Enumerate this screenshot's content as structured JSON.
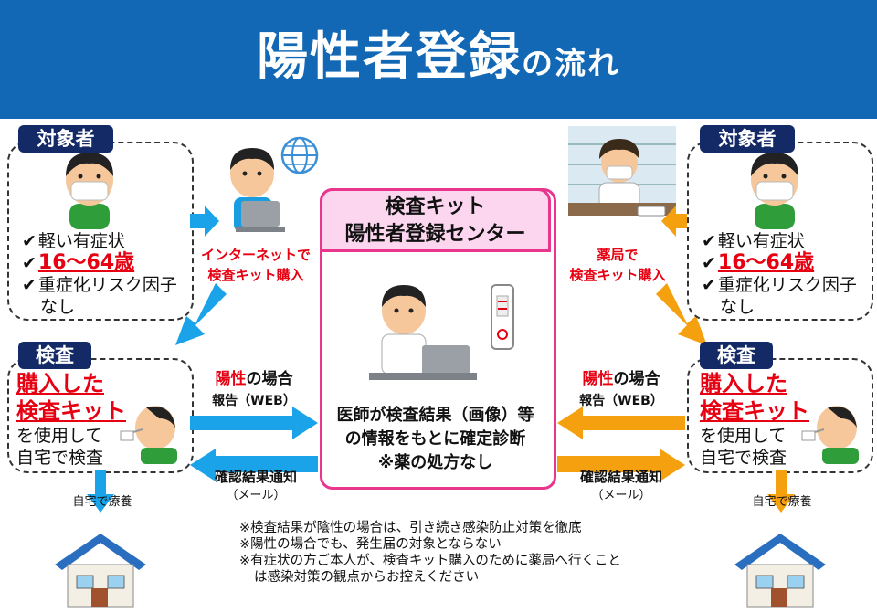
{
  "colors": {
    "blue": "#1268b5",
    "navy": "#142a67",
    "red": "#e60012",
    "pink": "#e8368f",
    "light_blue": "#1aa3e8",
    "orange": "#f5a00f"
  },
  "title": {
    "main": "陽性者登録",
    "suffix": "の流れ"
  },
  "left": {
    "target_tag": "対象者",
    "conditions": [
      "軽い有症状",
      "16～64歳",
      "重症化リスク因子",
      "なし"
    ],
    "internet_label": [
      "インターネットで",
      "検査キット購入"
    ],
    "test_tag": "検査",
    "test_lines": [
      "購入した",
      "検査キット",
      "を使用して",
      "自宅で検査"
    ],
    "positive_label": {
      "highlight": "陽性",
      "rest": "の場合"
    },
    "report_label": "報告（WEB）",
    "confirm_label": "確認結果通知",
    "mail_label": "（メール）",
    "home_label": "自宅で療養"
  },
  "right": {
    "target_tag": "対象者",
    "conditions": [
      "軽い有症状",
      "16～64歳",
      "重症化リスク因子",
      "なし"
    ],
    "pharmacy_label": [
      "薬局で",
      "検査キット購入"
    ],
    "test_tag": "検査",
    "test_lines": [
      "購入した",
      "検査キット",
      "を使用して",
      "自宅で検査"
    ],
    "positive_label": {
      "highlight": "陽性",
      "rest": "の場合"
    },
    "report_label": "報告（WEB）",
    "confirm_label": "確認結果通知",
    "mail_label": "（メール）",
    "home_label": "自宅で療養"
  },
  "center": {
    "title_lines": [
      "検査キット",
      "陽性者登録センター"
    ],
    "body_lines": [
      "医師が検査結果（画像）等",
      "の情報をもとに確定診断",
      "※薬の処方なし"
    ]
  },
  "notes": [
    "※検査結果が陰性の場合は、引き続き感染防止対策を徹底",
    "※陽性の場合でも、発生届の対象とならない",
    "※有症状の方ご本人が、検査キット購入のために薬局へ行くこと",
    "は感染対策の観点からお控えください"
  ],
  "icons": [
    "person-mask-icon",
    "laptop-person-icon",
    "globe-icon",
    "pharmacist-icon",
    "doctor-laptop-icon",
    "test-kit-icon",
    "swab-person-icon",
    "house-icon",
    "check-icon"
  ]
}
